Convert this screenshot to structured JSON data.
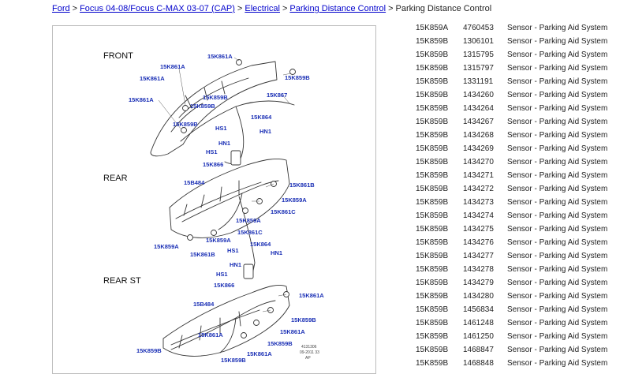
{
  "breadcrumb": {
    "items": [
      "Ford",
      "Focus 04-08/Focus C-MAX 03-07 (CAP)",
      "Electrical",
      "Parking Distance Control"
    ],
    "separator": ">",
    "current": "Parking Distance Control"
  },
  "diagram": {
    "sections": {
      "front": "FRONT",
      "rear": "REAR",
      "rear_st": "REAR ST"
    },
    "callouts": {
      "f1": "15K861A",
      "f2": "15K861A",
      "f3": "15K861A",
      "f4": "15K861A",
      "f5": "15K859B",
      "f6": "15K859B",
      "f7": "15K859B",
      "f8": "15K859B",
      "f9": "15K867",
      "f10": "15K864",
      "f11": "HS1",
      "f12": "HN1",
      "f13": "HN1",
      "f14": "HS1",
      "f15": "15K866",
      "r1": "15B484",
      "r2": "15K861B",
      "r3": "15K859A",
      "r4": "15K861C",
      "r5": "15K859A",
      "r6": "15K861C",
      "r7": "15K859A",
      "r8": "15K859A",
      "r9": "15K861B",
      "r10": "15K864",
      "r11": "HS1",
      "r12": "HN1",
      "r13": "HN1",
      "r14": "HS1",
      "r15": "15K866",
      "s1": "15B484",
      "s2": "15K861A",
      "s3": "15K859B",
      "s4": "15K861A",
      "s5": "15K859B",
      "s6": "15K861A",
      "s7": "15K859B",
      "s8": "15K861A",
      "s9": "15K859B"
    },
    "plate": {
      "line1": "4131306",
      "line2": "09-2011 33",
      "line3": "AP"
    }
  },
  "parts": [
    {
      "ref": "15K859A",
      "number": "4760453",
      "description": "Sensor - Parking Aid System"
    },
    {
      "ref": "15K859B",
      "number": "1306101",
      "description": "Sensor - Parking Aid System"
    },
    {
      "ref": "15K859B",
      "number": "1315795",
      "description": "Sensor - Parking Aid System"
    },
    {
      "ref": "15K859B",
      "number": "1315797",
      "description": "Sensor - Parking Aid System"
    },
    {
      "ref": "15K859B",
      "number": "1331191",
      "description": "Sensor - Parking Aid System"
    },
    {
      "ref": "15K859B",
      "number": "1434260",
      "description": "Sensor - Parking Aid System"
    },
    {
      "ref": "15K859B",
      "number": "1434264",
      "description": "Sensor - Parking Aid System"
    },
    {
      "ref": "15K859B",
      "number": "1434267",
      "description": "Sensor - Parking Aid System"
    },
    {
      "ref": "15K859B",
      "number": "1434268",
      "description": "Sensor - Parking Aid System"
    },
    {
      "ref": "15K859B",
      "number": "1434269",
      "description": "Sensor - Parking Aid System"
    },
    {
      "ref": "15K859B",
      "number": "1434270",
      "description": "Sensor - Parking Aid System"
    },
    {
      "ref": "15K859B",
      "number": "1434271",
      "description": "Sensor - Parking Aid System"
    },
    {
      "ref": "15K859B",
      "number": "1434272",
      "description": "Sensor - Parking Aid System"
    },
    {
      "ref": "15K859B",
      "number": "1434273",
      "description": "Sensor - Parking Aid System"
    },
    {
      "ref": "15K859B",
      "number": "1434274",
      "description": "Sensor - Parking Aid System"
    },
    {
      "ref": "15K859B",
      "number": "1434275",
      "description": "Sensor - Parking Aid System"
    },
    {
      "ref": "15K859B",
      "number": "1434276",
      "description": "Sensor - Parking Aid System"
    },
    {
      "ref": "15K859B",
      "number": "1434277",
      "description": "Sensor - Parking Aid System"
    },
    {
      "ref": "15K859B",
      "number": "1434278",
      "description": "Sensor - Parking Aid System"
    },
    {
      "ref": "15K859B",
      "number": "1434279",
      "description": "Sensor - Parking Aid System"
    },
    {
      "ref": "15K859B",
      "number": "1434280",
      "description": "Sensor - Parking Aid System"
    },
    {
      "ref": "15K859B",
      "number": "1456834",
      "description": "Sensor - Parking Aid System"
    },
    {
      "ref": "15K859B",
      "number": "1461248",
      "description": "Sensor - Parking Aid System"
    },
    {
      "ref": "15K859B",
      "number": "1461250",
      "description": "Sensor - Parking Aid System"
    },
    {
      "ref": "15K859B",
      "number": "1468847",
      "description": "Sensor - Parking Aid System"
    },
    {
      "ref": "15K859B",
      "number": "1468848",
      "description": "Sensor - Parking Aid System"
    }
  ]
}
